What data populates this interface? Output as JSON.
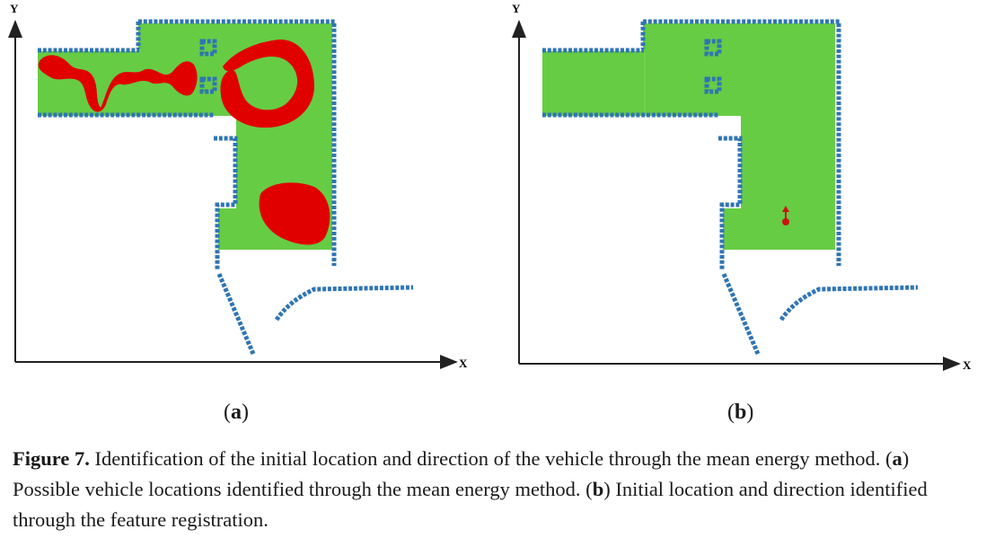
{
  "panels": [
    {
      "id": "a",
      "label_open": "(",
      "label_letter": "a",
      "label_close": ")",
      "x_axis_label": "X",
      "y_axis_label": "Y"
    },
    {
      "id": "b",
      "label_open": "(",
      "label_letter": "b",
      "label_close": ")",
      "x_axis_label": "X",
      "y_axis_label": "Y"
    }
  ],
  "caption": {
    "figure_label": "Figure 7.",
    "text1": " Identification of the initial location and direction of the vehicle through the mean energy method. (",
    "bold_a": "a",
    "text2": ") Possible vehicle locations identified through the mean energy method. (",
    "bold_b": "b",
    "text3": ") Initial location and direction identified through the feature registration."
  },
  "colors": {
    "area_fill": "#66cc44",
    "candidate_region": "#e00000",
    "boundary_marker": "#2f75b5",
    "vehicle_marker": "#cc1111",
    "axis": "#222222"
  }
}
